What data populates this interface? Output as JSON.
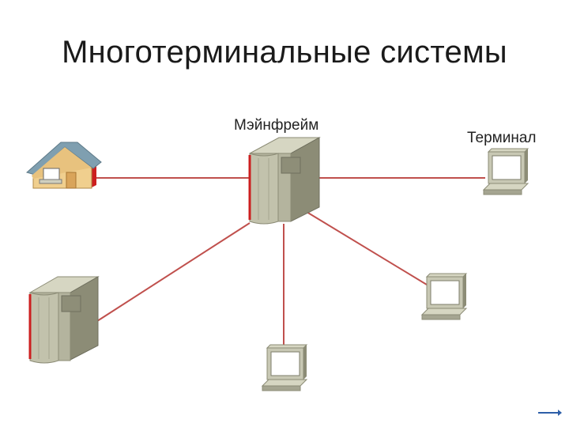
{
  "slide": {
    "title": "Многотерминальные системы",
    "labels": {
      "mainframe": "Мэйнфрейм",
      "terminal": "Терминал"
    }
  },
  "colors": {
    "link_line": "#c0504d",
    "device_body": "#b4b49e",
    "device_side": "#8c8c76",
    "device_accent": "#cc1f1f",
    "roof": "#7f9fb0",
    "screen": "#ffffff"
  },
  "icons": [
    "remote-office-icon",
    "mainframe-icon",
    "remote-mainframe-icon",
    "terminal-icon",
    "nav-arrow-icon"
  ]
}
